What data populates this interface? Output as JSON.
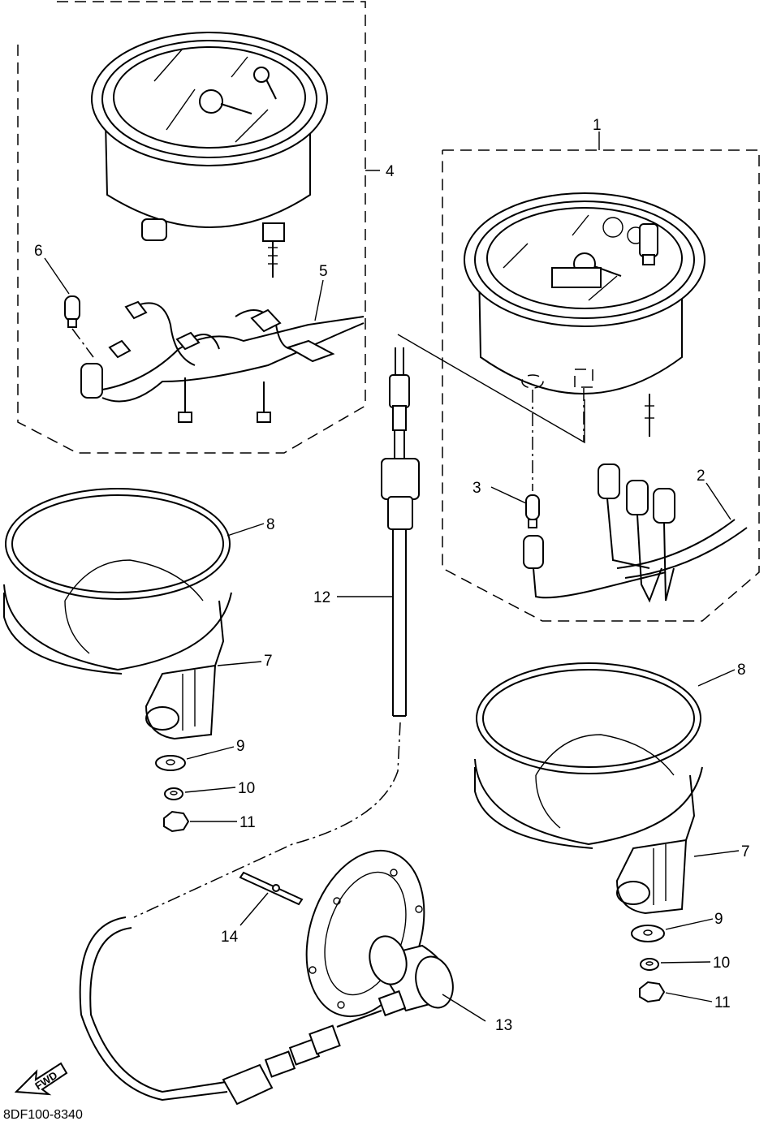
{
  "callouts": [
    {
      "id": "1",
      "text": "1"
    },
    {
      "id": "2",
      "text": "2"
    },
    {
      "id": "3",
      "text": "3"
    },
    {
      "id": "4",
      "text": "4"
    },
    {
      "id": "5",
      "text": "5"
    },
    {
      "id": "6",
      "text": "6"
    },
    {
      "id": "7a",
      "text": "7"
    },
    {
      "id": "7b",
      "text": "7"
    },
    {
      "id": "8a",
      "text": "8"
    },
    {
      "id": "8b",
      "text": "8"
    },
    {
      "id": "9a",
      "text": "9"
    },
    {
      "id": "9b",
      "text": "9"
    },
    {
      "id": "10a",
      "text": "10"
    },
    {
      "id": "10b",
      "text": "10"
    },
    {
      "id": "11a",
      "text": "11"
    },
    {
      "id": "11b",
      "text": "11"
    },
    {
      "id": "12",
      "text": "12"
    },
    {
      "id": "13",
      "text": "13"
    },
    {
      "id": "14",
      "text": "14"
    }
  ],
  "fwd_label": "FWD",
  "drawing_code": "8DF100-8340"
}
